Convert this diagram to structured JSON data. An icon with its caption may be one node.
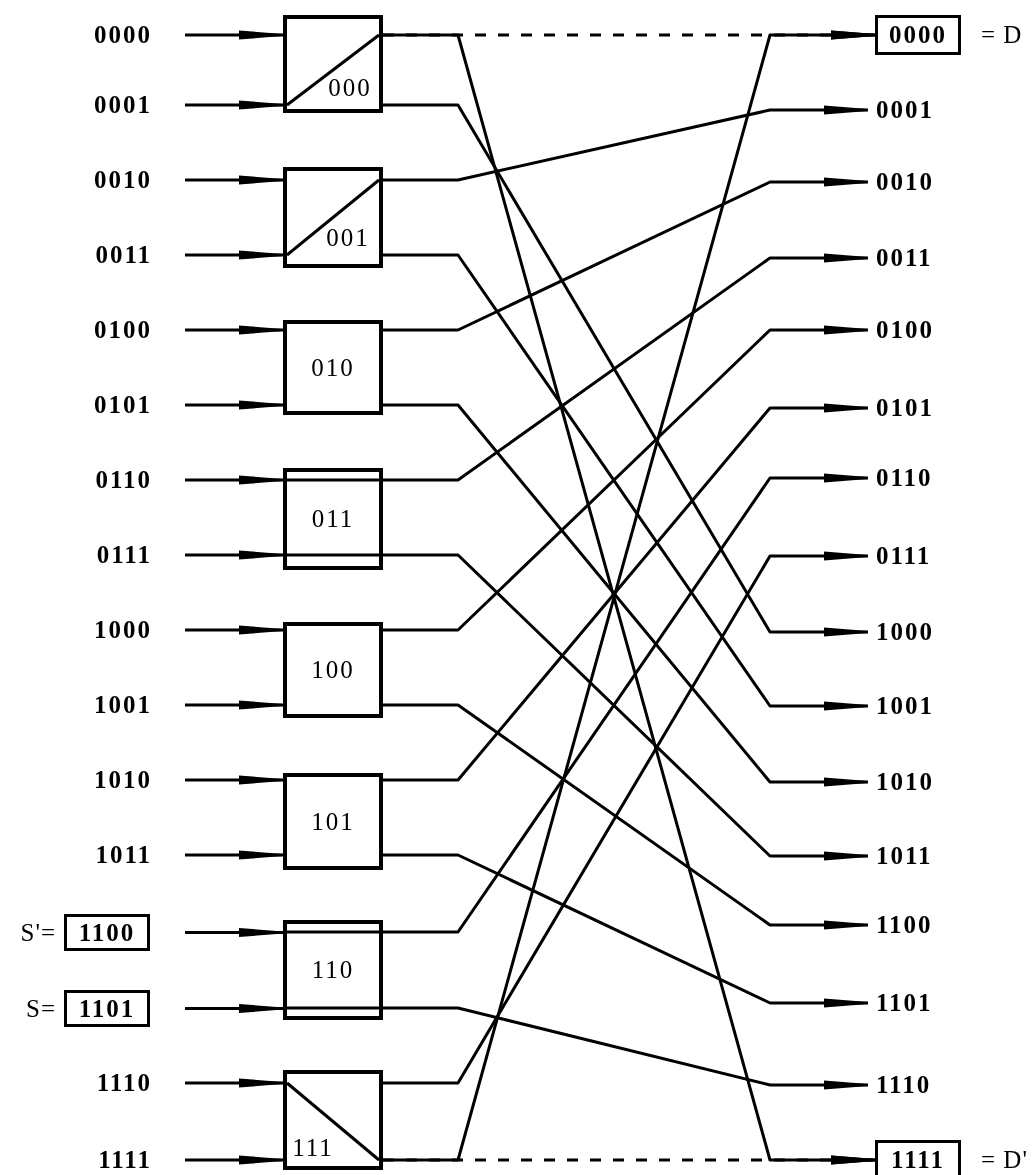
{
  "diagram": {
    "nodes": [
      {
        "text": [
          "0000"
        ]
      },
      {
        "text": [
          "0001"
        ]
      },
      {
        "text": [
          "0010"
        ]
      },
      {
        "text": [
          "0011"
        ]
      },
      {
        "text": [
          "0100"
        ]
      },
      {
        "text": [
          "0101"
        ]
      },
      {
        "text": [
          "0110"
        ]
      },
      {
        "text": [
          "0111"
        ]
      },
      {
        "text": [
          "1000"
        ]
      },
      {
        "text": [
          "1001"
        ]
      },
      {
        "text": [
          "1010"
        ]
      },
      {
        "text": [
          "1011"
        ]
      },
      {
        "text": [
          "1100"
        ],
        "beside": [
          "S'="
        ]
      },
      {
        "text": [
          "1101"
        ],
        "beside": [
          "S="
        ]
      },
      {
        "text": [
          "1110"
        ]
      },
      {
        "text": [
          "1111"
        ]
      },
      {
        "text": [
          "000"
        ]
      },
      {
        "text": [
          "001"
        ]
      },
      {
        "text": [
          "010"
        ]
      },
      {
        "text": [
          "011"
        ]
      },
      {
        "text": [
          "100"
        ]
      },
      {
        "text": [
          "101"
        ]
      },
      {
        "text": [
          "110"
        ]
      },
      {
        "text": [
          "111"
        ]
      },
      {
        "text": [
          "0000"
        ],
        "beside": [
          "= D"
        ]
      },
      {
        "text": [
          "0001"
        ]
      },
      {
        "text": [
          "0010"
        ]
      },
      {
        "text": [
          "0011"
        ]
      },
      {
        "text": [
          "0100"
        ]
      },
      {
        "text": [
          "0101"
        ]
      },
      {
        "text": [
          "0110"
        ]
      },
      {
        "text": [
          "0111"
        ]
      },
      {
        "text": [
          "1000"
        ]
      },
      {
        "text": [
          "1001"
        ]
      },
      {
        "text": [
          "1010"
        ]
      },
      {
        "text": [
          "1011"
        ]
      },
      {
        "text": [
          "1100"
        ]
      },
      {
        "text": [
          "1101"
        ]
      },
      {
        "text": [
          "1110"
        ]
      },
      {
        "text": [
          "1111"
        ],
        "beside": [
          "= D'"
        ]
      }
    ],
    "edges": [
      {
        "from": 0,
        "to": 16,
        "arrow": "to"
      },
      {
        "from": 1,
        "to": 16,
        "arrow": "to"
      },
      {
        "from": 2,
        "to": 17,
        "arrow": "to"
      },
      {
        "from": 3,
        "to": 17,
        "arrow": "to"
      },
      {
        "from": 4,
        "to": 18,
        "arrow": "to"
      },
      {
        "from": 5,
        "to": 18,
        "arrow": "to"
      },
      {
        "from": 6,
        "to": 19,
        "arrow": "to"
      },
      {
        "from": 7,
        "to": 19,
        "arrow": "to"
      },
      {
        "from": 8,
        "to": 20,
        "arrow": "to"
      },
      {
        "from": 9,
        "to": 20,
        "arrow": "to"
      },
      {
        "from": 10,
        "to": 21,
        "arrow": "to"
      },
      {
        "from": 11,
        "to": 21,
        "arrow": "to"
      },
      {
        "from": 12,
        "to": 22,
        "arrow": "to"
      },
      {
        "from": 13,
        "to": 22,
        "arrow": "to"
      },
      {
        "from": 14,
        "to": 23,
        "arrow": "to"
      },
      {
        "from": 15,
        "to": 23,
        "arrow": "to"
      },
      {
        "from": 16,
        "to": 24,
        "arrow": "to",
        "style": "dashed"
      },
      {
        "from": 16,
        "to": 39,
        "arrow": "to"
      },
      {
        "from": 16,
        "to": 32,
        "arrow": "to"
      },
      {
        "from": 17,
        "to": 25,
        "arrow": "to"
      },
      {
        "from": 17,
        "to": 33,
        "arrow": "to"
      },
      {
        "from": 18,
        "to": 26,
        "arrow": "to"
      },
      {
        "from": 18,
        "to": 34,
        "arrow": "to"
      },
      {
        "from": 19,
        "to": 27,
        "arrow": "to"
      },
      {
        "from": 19,
        "to": 35,
        "arrow": "to"
      },
      {
        "from": 20,
        "to": 28,
        "arrow": "to"
      },
      {
        "from": 20,
        "to": 36,
        "arrow": "to"
      },
      {
        "from": 21,
        "to": 29,
        "arrow": "to"
      },
      {
        "from": 21,
        "to": 37,
        "arrow": "to"
      },
      {
        "from": 22,
        "to": 30,
        "arrow": "to"
      },
      {
        "from": 22,
        "to": 38,
        "arrow": "to"
      },
      {
        "from": 23,
        "to": 31,
        "arrow": "to"
      },
      {
        "from": 23,
        "to": 24,
        "arrow": "to"
      },
      {
        "from": 23,
        "to": 39,
        "arrow": "to",
        "style": "dashed"
      }
    ]
  }
}
